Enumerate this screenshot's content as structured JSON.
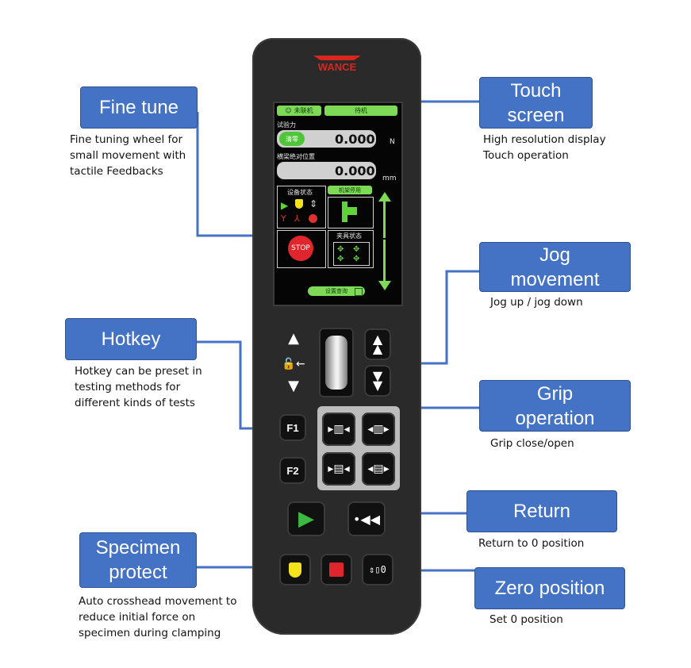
{
  "callouts": {
    "fine_tune": {
      "title": "Fine tune",
      "desc": [
        "Fine tuning wheel for",
        "small movement with",
        "tactile Feedbacks"
      ]
    },
    "touch_screen": {
      "title": [
        "Touch",
        "screen"
      ],
      "desc": [
        "High resolution display",
        "Touch operation"
      ]
    },
    "jog_movement": {
      "title": [
        "Jog",
        "movement"
      ],
      "desc": [
        "Jog up / jog down"
      ]
    },
    "hotkey": {
      "title": "Hotkey",
      "desc": [
        "Hotkey can be preset in",
        "testing methods for",
        "different kinds of tests"
      ]
    },
    "grip_operation": {
      "title": [
        "Grip",
        "operation"
      ],
      "desc": [
        "Grip close/open"
      ]
    },
    "return": {
      "title": "Return",
      "desc": [
        "Return to 0 position"
      ]
    },
    "specimen_protect": {
      "title": [
        "Specimen",
        "protect"
      ],
      "desc": [
        "Auto crosshead movement to",
        "reduce initial force on",
        "specimen during clamping"
      ]
    },
    "zero_position": {
      "title": "Zero position",
      "desc": [
        "Set 0 position"
      ]
    }
  },
  "device": {
    "brand": "WANCE",
    "screen": {
      "status_left": "未联机",
      "status_right": "待机",
      "force_label": "试验力",
      "zero_btn": "清零",
      "force_value": "0.000",
      "force_unit": "N",
      "pos_label": "横梁绝对位置",
      "pos_value": "0.000",
      "pos_unit": "mm",
      "device_status": "设备状态",
      "frame_stop": "机架停用",
      "fixture_status": "夹具状态",
      "stop_label": "STOP",
      "settings": "设置查询"
    },
    "keys": {
      "f1": "F1",
      "f2": "F2"
    }
  },
  "colors": {
    "callout": "#4472c4",
    "line": "#4472c4",
    "screen_green": "#7ed957",
    "stop_red": "#e0262c"
  }
}
